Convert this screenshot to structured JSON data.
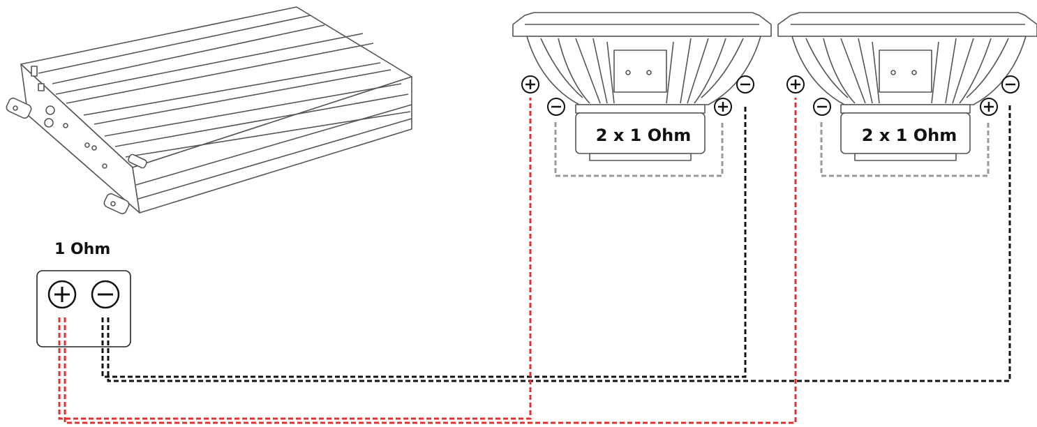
{
  "amplifier": {
    "impedance_label": "1 Ohm",
    "terminals": {
      "positive": "+",
      "negative": "−"
    }
  },
  "subwoofers": [
    {
      "coil_label": "2 x 1 Ohm"
    },
    {
      "coil_label": "2 x 1 Ohm"
    }
  ],
  "colors": {
    "positive_wire": "#e03030",
    "negative_wire": "#111111",
    "jumper_wire": "#999999",
    "line_art": "#555555"
  }
}
